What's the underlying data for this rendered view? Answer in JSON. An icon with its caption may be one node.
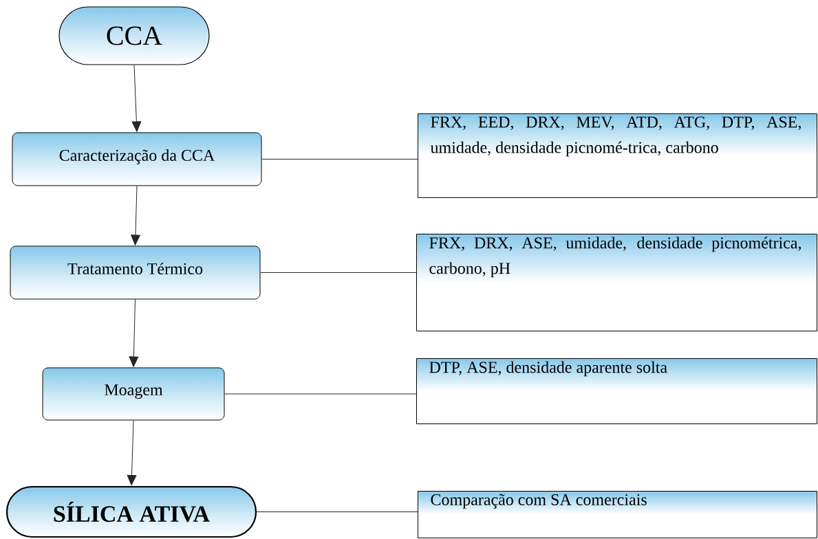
{
  "diagram": {
    "nodes": [
      {
        "text": [
          "CCA"
        ]
      },
      {
        "text": [
          "Caracterização da CCA"
        ]
      },
      {
        "text": [
          "Tratamento Térmico"
        ]
      },
      {
        "text": [
          "Moagem"
        ]
      },
      {
        "text": [
          "SÍLICA ATIVA"
        ]
      },
      {
        "text": [
          "FRX, EED, DRX, MEV, ATD, ATG, DTP, ASE, umidade, densidade picnomé-trica, carbono"
        ]
      },
      {
        "text": [
          "FRX, DRX, ASE, umidade, densidade picnométrica, carbono, pH"
        ]
      },
      {
        "text": [
          "DTP, ASE, densidade aparente solta"
        ]
      },
      {
        "text": [
          "Comparação com SA comerciais"
        ]
      }
    ],
    "edges": [
      {
        "from": 0,
        "to": 1,
        "arrow": "to"
      },
      {
        "from": 1,
        "to": 2,
        "arrow": "to"
      },
      {
        "from": 2,
        "to": 3,
        "arrow": "to"
      },
      {
        "from": 3,
        "to": 4,
        "arrow": "to"
      },
      {
        "from": 1,
        "to": 5,
        "arrow": "none"
      },
      {
        "from": 2,
        "to": 6,
        "arrow": "none"
      },
      {
        "from": 3,
        "to": 7,
        "arrow": "none"
      },
      {
        "from": 4,
        "to": 8,
        "arrow": "none"
      }
    ]
  }
}
